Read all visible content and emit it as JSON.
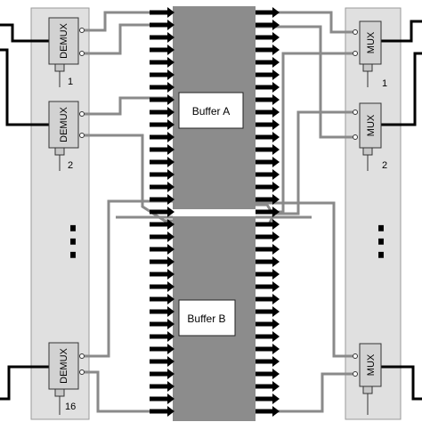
{
  "buffers": [
    {
      "label": "Buffer A"
    },
    {
      "label": "Buffer B"
    }
  ],
  "demux": {
    "label": "DEMUX",
    "units": [
      {
        "number": "1"
      },
      {
        "number": "2"
      },
      {
        "number": "16"
      }
    ],
    "ellipsis": "⋮"
  },
  "mux": {
    "label": "MUX",
    "units": [
      {
        "number": "1"
      },
      {
        "number": "2"
      }
    ],
    "ellipsis": "⋮"
  },
  "colors": {
    "panel_fill": "#e0e0e0",
    "panel_stroke": "#9a9a9a",
    "buffer_fill": "#8c8c8c",
    "wire_gray": "#8a8a8a",
    "wire_black": "#000000",
    "arrow": "#000000"
  }
}
